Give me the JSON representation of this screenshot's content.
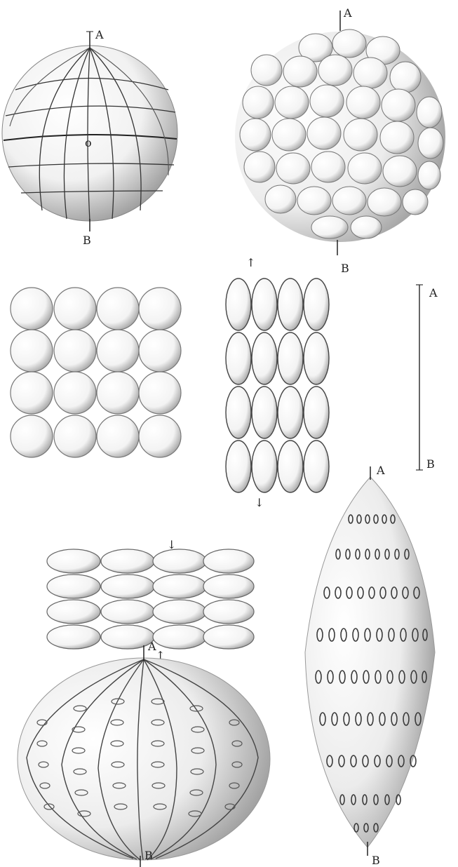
{
  "labels": {
    "sphere_grid": {
      "top": "A",
      "bottom": "B",
      "center": "o"
    },
    "sphere_cells": {
      "top": "A",
      "bottom": "B"
    },
    "axis_line": {
      "top": "A",
      "bottom": "B"
    },
    "prolate": {
      "top": "A",
      "bottom": "B"
    },
    "oblate": {
      "top": "A",
      "bottom": "B"
    }
  },
  "colors": {
    "ink": "#222222",
    "shade": "#8a8a8a",
    "paper": "#ffffff"
  },
  "icons": {
    "arrow_up": "↑",
    "arrow_down": "↓"
  }
}
